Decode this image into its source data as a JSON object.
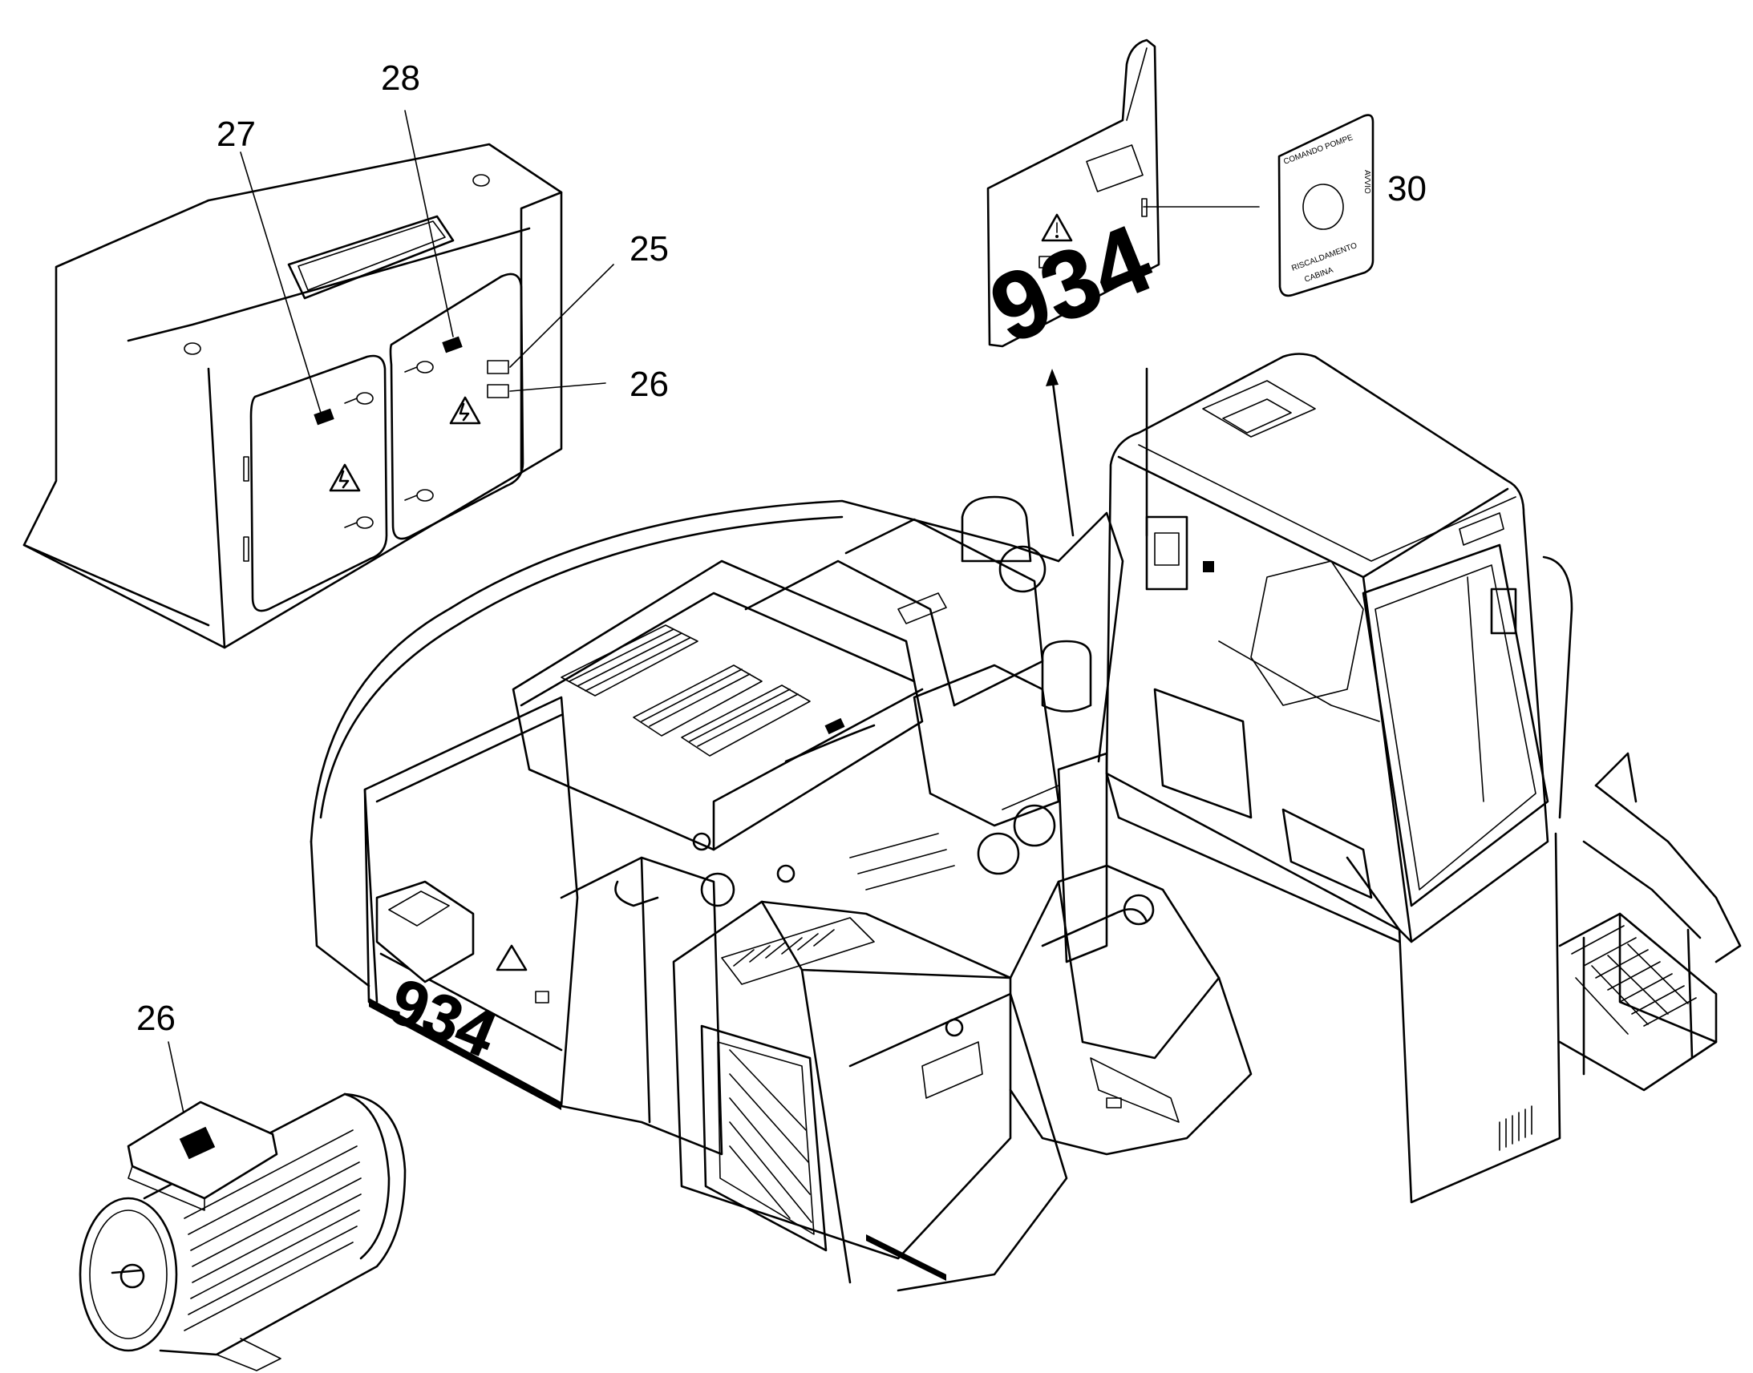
{
  "callouts": {
    "c25": "25",
    "c26_top": "26",
    "c27": "27",
    "c28": "28",
    "c30": "30",
    "c26_motor": "26"
  },
  "decals": {
    "model_panel": "934",
    "model_side": "934",
    "decal30_line1": "COMANDO POMPE",
    "decal30_line2": "RISCALDAMENTO",
    "decal30_line3": "CABINA",
    "decal30_side": "AVVIO"
  },
  "colors": {
    "ink": "#000000",
    "paper": "#ffffff"
  },
  "icons": {
    "warning": "warning-triangle-icon",
    "electric": "electric-hazard-icon"
  }
}
